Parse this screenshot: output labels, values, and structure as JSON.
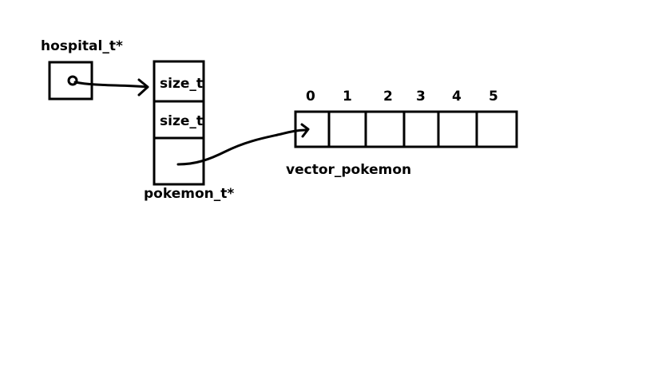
{
  "hospital_label": "hospital_t*",
  "struct_fields": [
    "size_t",
    "size_t"
  ],
  "struct_label": "pokemon_t*",
  "vector": {
    "indices": [
      "0",
      "1",
      "2",
      "3",
      "4",
      "5"
    ],
    "label": "vector_pokemon"
  },
  "colors": {
    "ink": "#000000",
    "background": "#ffffff"
  }
}
